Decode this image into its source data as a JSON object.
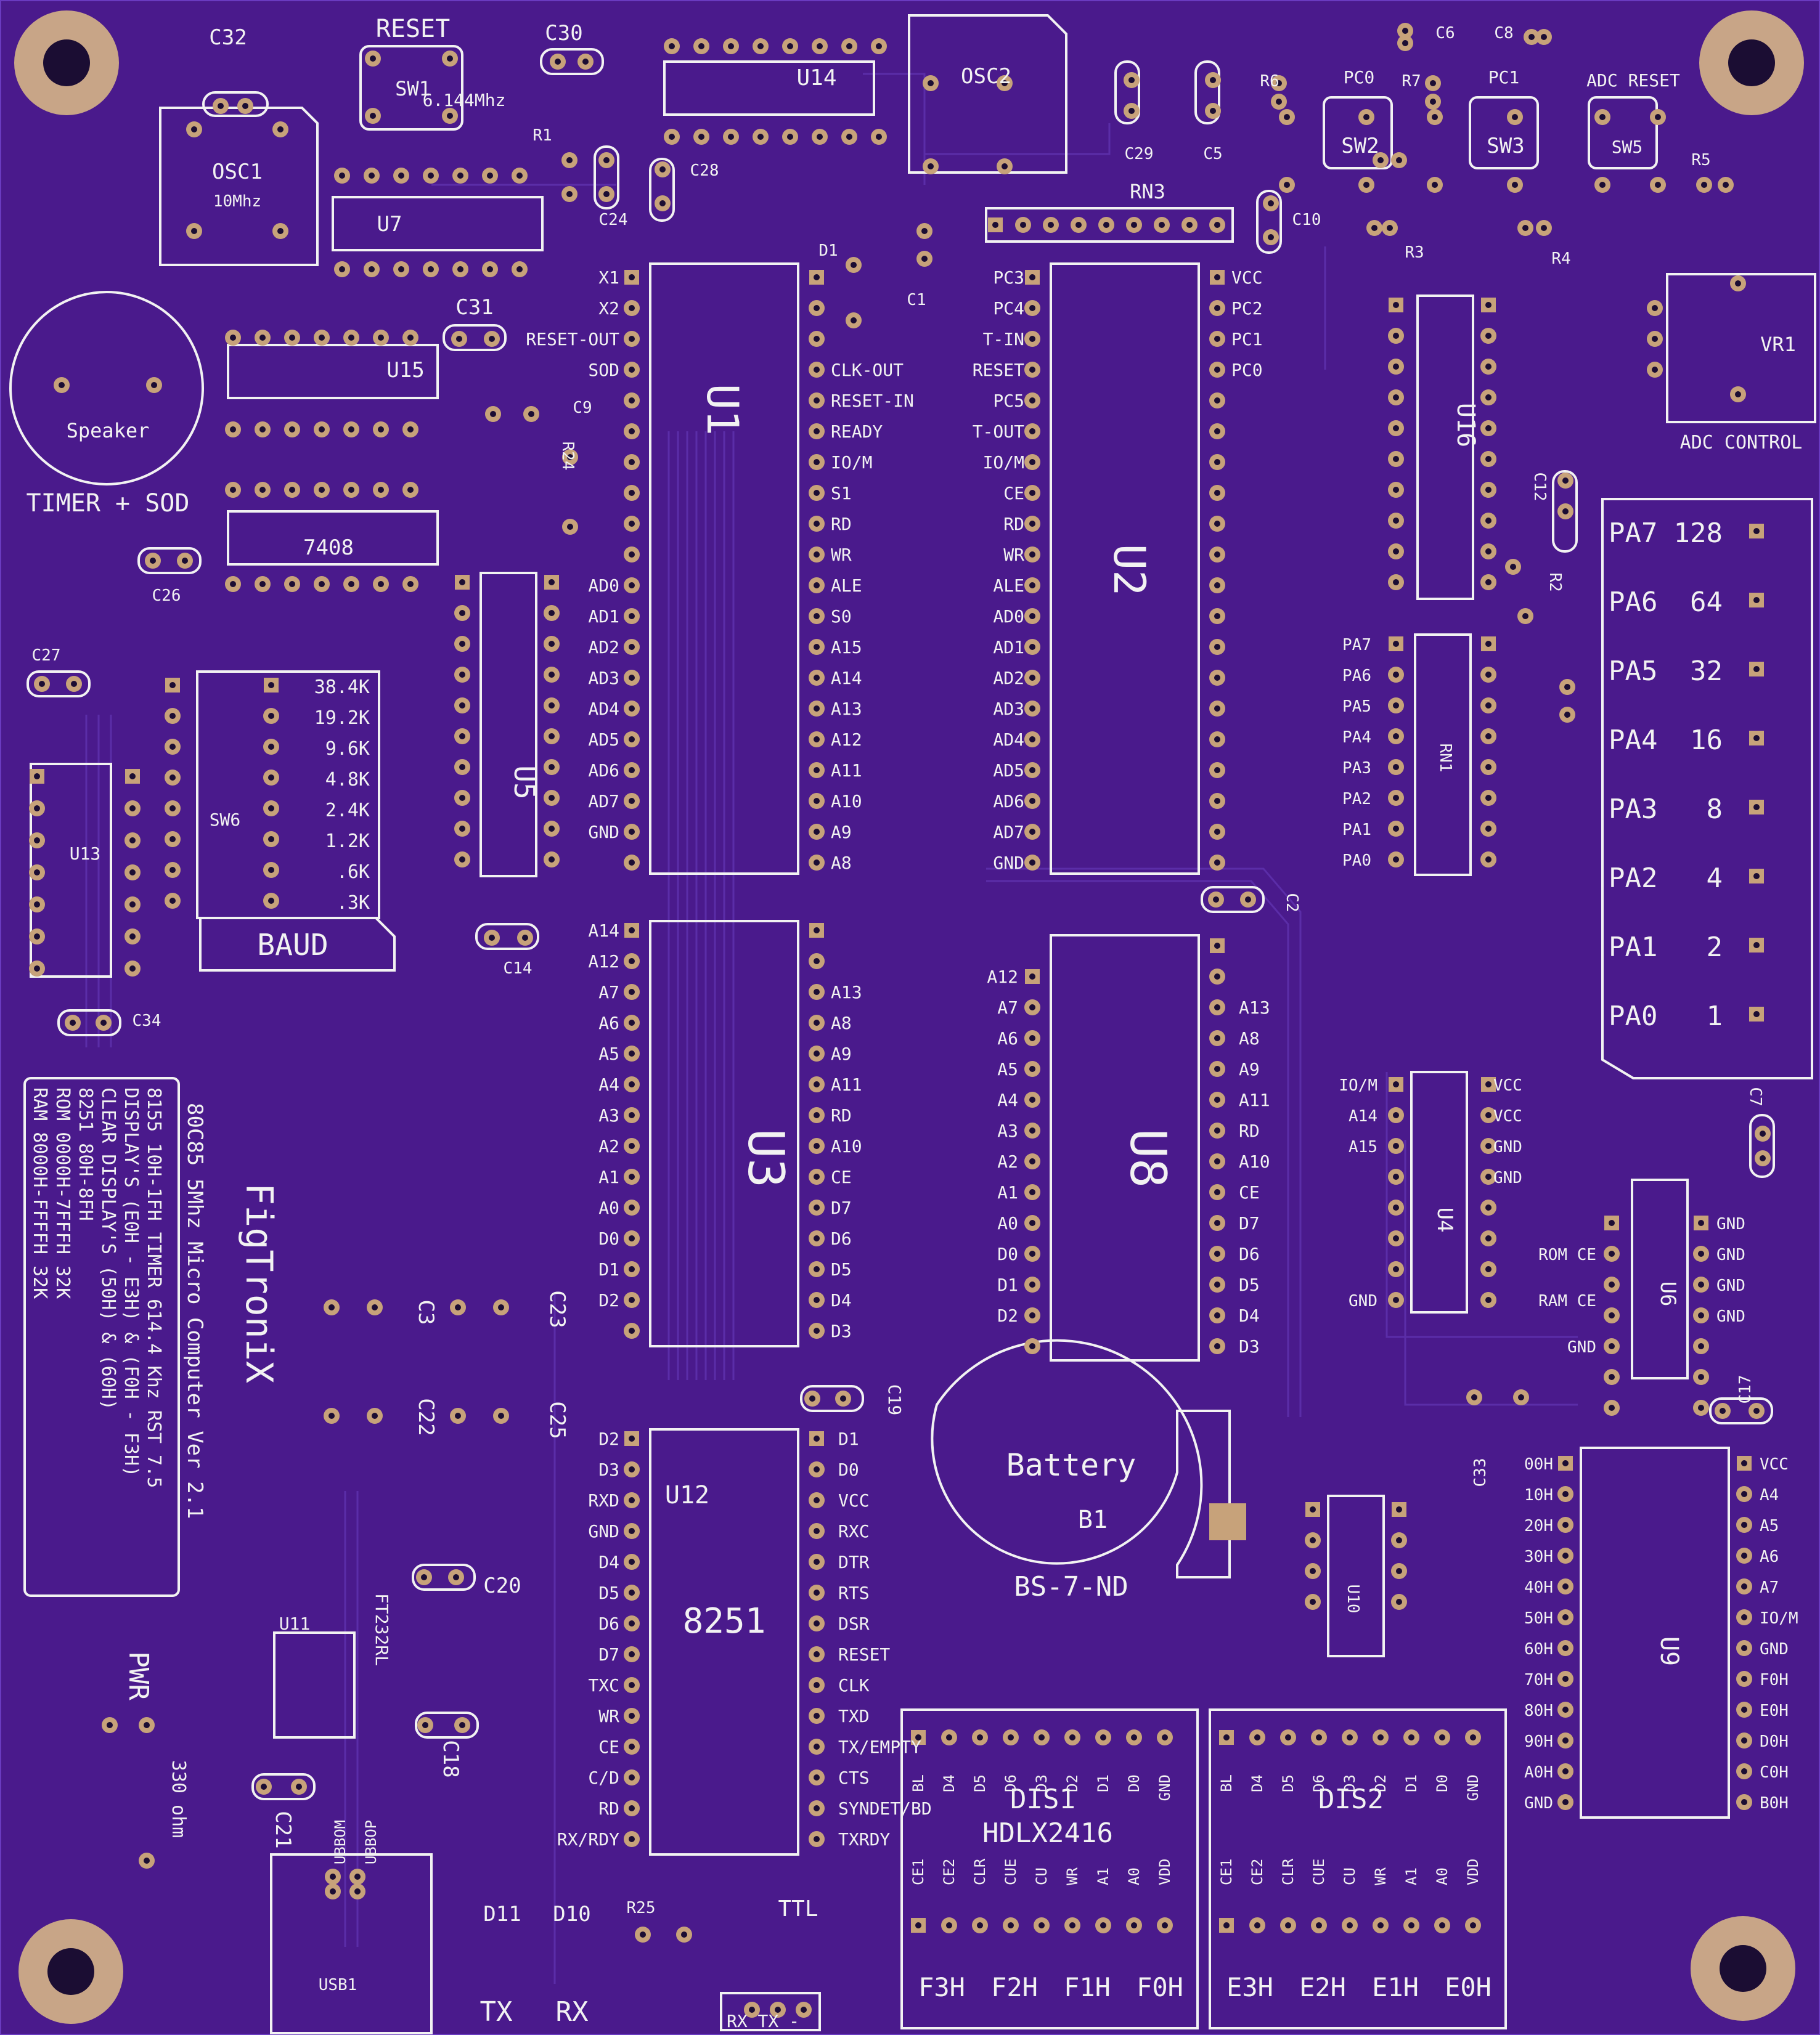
{
  "colors": {
    "board": "#4a1a8c",
    "trace": "#5b2da8",
    "silk": "#f2f2f2",
    "pad": "#c7a27a",
    "hole": "#1b0d33",
    "mount": "#c8a587"
  },
  "brand": {
    "name": "FigTroniX",
    "subtitle": "80C85 5Mhz Micro Computer Ver 2.1"
  },
  "memory_map": [
    "8155 10H-1FH TIMER 614.4 Khz RST 7.5",
    "DISPLAY'S (E0H - E3H) & (F0H - F3H)",
    "CLEAR DISPLAY'S (50H) & (60H)",
    "8251 80H-8FH",
    "ROM 0000H-7FFFH  32K",
    "RAM 8000H-FFFFH  32K"
  ],
  "labels": {
    "top": [
      "C32",
      "RESET",
      "SW1",
      "C30",
      "U14",
      "OSC2",
      "6.144Mhz",
      "C6",
      "C8",
      "R6",
      "R7",
      "PC0",
      "PC1",
      "ADC RESET",
      "SW2",
      "SW3",
      "SW5",
      "R5",
      "C29",
      "C5",
      "R1",
      "C28",
      "C24",
      "OSC1",
      "10Mhz",
      "U7",
      "RN3",
      "C10",
      "R3",
      "R4",
      "D1",
      "C1"
    ],
    "left": [
      "C31",
      "U15",
      "Speaker",
      "TIMER + SOD",
      "7408",
      "C26",
      "C27",
      "U13",
      "SW6",
      "BAUD",
      "C14",
      "C34",
      "U5",
      "R24",
      "C9"
    ],
    "mid": [
      "U1",
      "U2",
      "U3",
      "U8",
      "U12",
      "8251",
      "C19",
      "C2",
      "C3",
      "C22",
      "C23",
      "C25",
      "C20",
      "U11",
      "FT232RL",
      "C18",
      "C21",
      "PWR",
      "UBBOM",
      "UBBOP",
      "USB1",
      "D11",
      "D10",
      "TX",
      "RX",
      "R25",
      "TTL",
      "RX TX -"
    ],
    "right": [
      "VR1",
      "ADC CONTROL",
      "U16",
      "C12",
      "R2",
      "RN1",
      "U4",
      "U6",
      "C7",
      "C17",
      "C33",
      "U10",
      "U9",
      "Battery",
      "B1",
      "BS-7-ND",
      "DIS1",
      "DIS2",
      "HDLX2416",
      "330 ohm"
    ]
  },
  "u1_left": [
    "X1",
    "X2",
    "RESET-OUT",
    "SOD",
    "",
    "",
    "",
    "",
    "",
    "",
    "AD0",
    "AD1",
    "AD2",
    "AD3",
    "AD4",
    "AD5",
    "AD6",
    "AD7",
    "GND"
  ],
  "u1_right": [
    "",
    "",
    "",
    "CLK-OUT",
    "RESET-IN",
    "READY",
    "IO/M",
    "S1",
    "RD",
    "WR",
    "ALE",
    "S0",
    "A15",
    "A14",
    "A13",
    "A12",
    "A11",
    "A10",
    "A9",
    "A8"
  ],
  "u2_left": [
    "PC3",
    "PC4",
    "T-IN",
    "RESET",
    "PC5",
    "T-OUT",
    "IO/M",
    "CE",
    "RD",
    "WR",
    "ALE",
    "AD0",
    "AD1",
    "AD2",
    "AD3",
    "AD4",
    "AD5",
    "AD6",
    "AD7",
    "GND"
  ],
  "u2_right": [
    "VCC",
    "PC2",
    "PC1",
    "PC0"
  ],
  "u3_left": [
    "A14",
    "A12",
    "A7",
    "A6",
    "A5",
    "A4",
    "A3",
    "A2",
    "A1",
    "A0",
    "D0",
    "D1",
    "D2"
  ],
  "u3_right": [
    "A13",
    "A8",
    "A9",
    "A11",
    "RD",
    "A10",
    "CE",
    "D7",
    "D6",
    "D5",
    "D4",
    "D3"
  ],
  "u8_left": [
    "A12",
    "A7",
    "A6",
    "A5",
    "A4",
    "A3",
    "A2",
    "A1",
    "A0",
    "D0",
    "D1",
    "D2"
  ],
  "u8_right": [
    "A13",
    "A8",
    "A9",
    "A11",
    "RD",
    "A10",
    "CE",
    "D7",
    "D6",
    "D5",
    "D4",
    "D3"
  ],
  "u12_left": [
    "D2",
    "D3",
    "RXD",
    "GND",
    "D4",
    "D5",
    "D6",
    "D7",
    "TXC",
    "WR",
    "CE",
    "C/D",
    "RD",
    "RX/RDY"
  ],
  "u12_right": [
    "D1",
    "D0",
    "VCC",
    "RXC",
    "DTR",
    "RTS",
    "DSR",
    "RESET",
    "CLK",
    "TXD",
    "TX/EMPTY",
    "CTS",
    "SYNDET/BD",
    "TXRDY"
  ],
  "baud": [
    "38.4K",
    "19.2K",
    "9.6K",
    "4.8K",
    "2.4K",
    "1.2K",
    ".6K",
    ".3K"
  ],
  "pa_port": [
    [
      "PA7",
      "128"
    ],
    [
      "PA6",
      "64"
    ],
    [
      "PA5",
      "32"
    ],
    [
      "PA4",
      "16"
    ],
    [
      "PA3",
      "8"
    ],
    [
      "PA2",
      "4"
    ],
    [
      "PA1",
      "2"
    ],
    [
      "PA0",
      "1"
    ]
  ],
  "rn1": [
    "PA7",
    "PA6",
    "PA5",
    "PA4",
    "PA3",
    "PA2",
    "PA1",
    "PA0"
  ],
  "u4_left": [
    "IO/M",
    "A14",
    "A15",
    "",
    "",
    "",
    "",
    "GND"
  ],
  "u4_right": [
    "VCC",
    "VCC",
    "GND",
    "GND"
  ],
  "u6_left": [
    "ROM CE",
    "RAM CE",
    "GND"
  ],
  "u6_right": [
    "GND",
    "GND",
    "GND",
    "GND"
  ],
  "u9_left": [
    "00H",
    "10H",
    "20H",
    "30H",
    "40H",
    "50H",
    "60H",
    "70H",
    "80H",
    "90H",
    "A0H",
    "GND"
  ],
  "u9_right": [
    "VCC",
    "A4",
    "A5",
    "A6",
    "A7",
    "IO/M",
    "GND",
    "F0H",
    "E0H",
    "D0H",
    "C0H",
    "B0H"
  ],
  "dis_top": [
    "BL",
    "D4",
    "D5",
    "D6",
    "D3",
    "D2",
    "D1",
    "D0",
    "GND"
  ],
  "dis_bottom": [
    "CE1",
    "CE2",
    "CLR",
    "CUE",
    "CU",
    "WR",
    "A1",
    "A0",
    "VDD"
  ],
  "dis1_addr": [
    "F3H",
    "F2H",
    "F1H",
    "F0H"
  ],
  "dis2_addr": [
    "E3H",
    "E2H",
    "E1H",
    "E0H"
  ]
}
